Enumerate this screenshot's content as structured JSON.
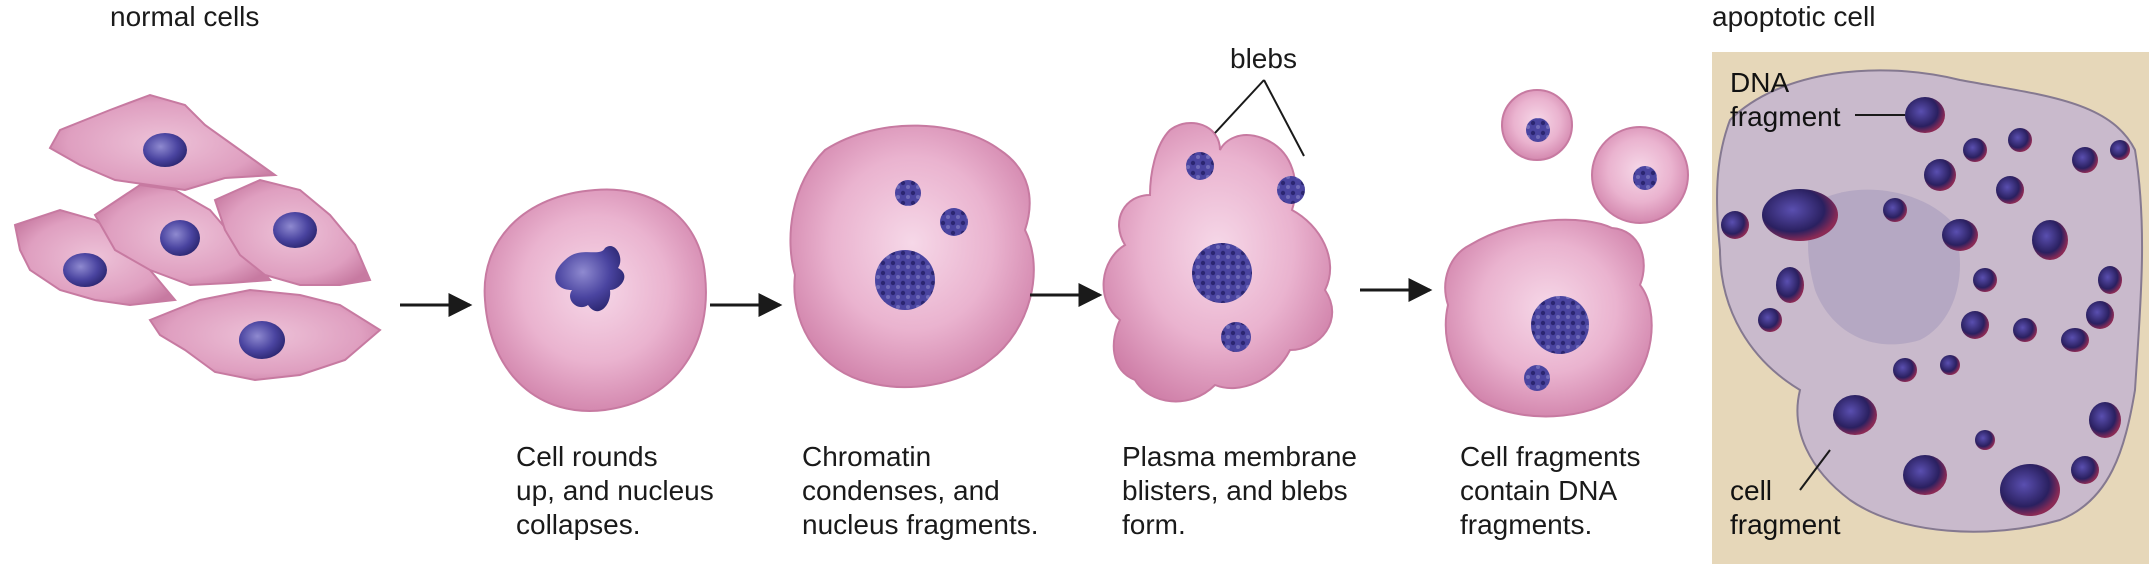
{
  "labels": {
    "normal_cells": "normal cells",
    "apoptotic_cell": "apoptotic cell",
    "blebs": "blebs",
    "dna_fragment": [
      "DNA",
      "fragment"
    ],
    "cell_fragment": [
      "cell",
      "fragment"
    ]
  },
  "steps": [
    {
      "caption": [
        "Cell rounds",
        "up, and nucleus",
        "collapses."
      ]
    },
    {
      "caption": [
        "Chromatin",
        "condenses, and",
        "nucleus fragments."
      ]
    },
    {
      "caption": [
        "Plasma membrane",
        "blisters, and blebs",
        "form."
      ]
    },
    {
      "caption": [
        "Cell fragments",
        "contain DNA",
        "fragments."
      ]
    }
  ],
  "colors": {
    "cytoplasm": "#e7a9c7",
    "cytoplasm_edge": "#c9779f",
    "nucleus": "#3f3a8c",
    "nucleus_light": "#6f6ab8",
    "micrograph_bg": "#e6d7b9",
    "micrograph_cell": "#c6b7cf",
    "micrograph_dot": "#2a2060",
    "arrow": "#1a1a1a"
  }
}
